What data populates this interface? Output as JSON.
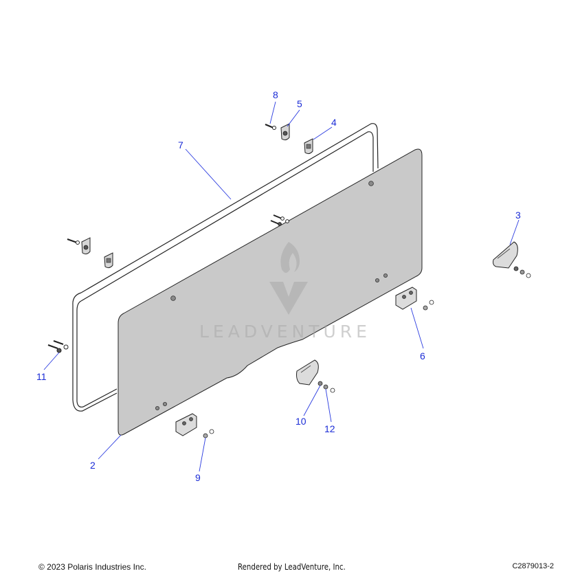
{
  "diagram": {
    "callouts": [
      {
        "id": "c2",
        "label": "2"
      },
      {
        "id": "c3",
        "label": "3"
      },
      {
        "id": "c4",
        "label": "4"
      },
      {
        "id": "c5",
        "label": "5"
      },
      {
        "id": "c6",
        "label": "6"
      },
      {
        "id": "c7",
        "label": "7"
      },
      {
        "id": "c8",
        "label": "8"
      },
      {
        "id": "c9",
        "label": "9"
      },
      {
        "id": "c10",
        "label": "10"
      },
      {
        "id": "c11",
        "label": "11"
      },
      {
        "id": "c12",
        "label": "12"
      }
    ],
    "watermark": "LEADVENTURE",
    "colors": {
      "callout": "#1a2bd6",
      "panel": "#c9c9c9",
      "watermark": "#a8a8a8"
    }
  },
  "footer": {
    "copyright": "© 2023 Polaris Industries Inc.",
    "rendered_by": "Rendered by LeadVenture, Inc.",
    "drawing_code": "C2879013-2"
  }
}
